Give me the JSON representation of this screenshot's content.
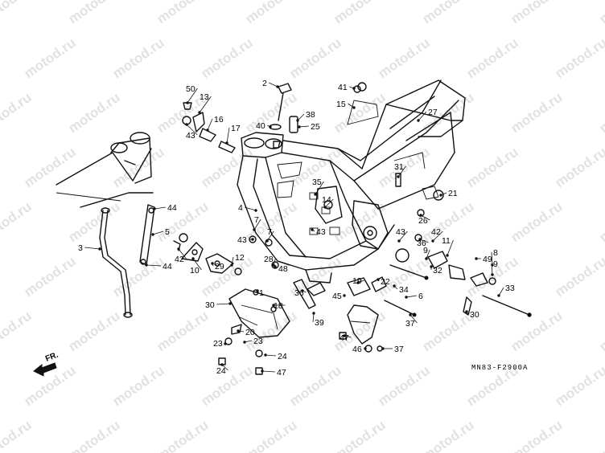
{
  "watermark": "motod.ru",
  "diagram_code": "MN83-F2900A",
  "direction_label": "FR.",
  "callouts": [
    "50",
    "13",
    "43",
    "16",
    "17",
    "2",
    "38",
    "40",
    "25",
    "41",
    "15",
    "27",
    "31",
    "35",
    "14",
    "21",
    "26",
    "36",
    "9",
    "42",
    "11",
    "49",
    "8",
    "9",
    "33",
    "4",
    "7",
    "43",
    "7",
    "43",
    "44",
    "5",
    "42",
    "44",
    "3",
    "10",
    "29",
    "12",
    "28",
    "48",
    "36",
    "39",
    "1",
    "19",
    "22",
    "34",
    "45",
    "6",
    "30",
    "18",
    "20",
    "23",
    "23",
    "24",
    "24",
    "47",
    "47",
    "46",
    "37",
    "37",
    "30",
    "32",
    "43",
    "9",
    "43"
  ]
}
